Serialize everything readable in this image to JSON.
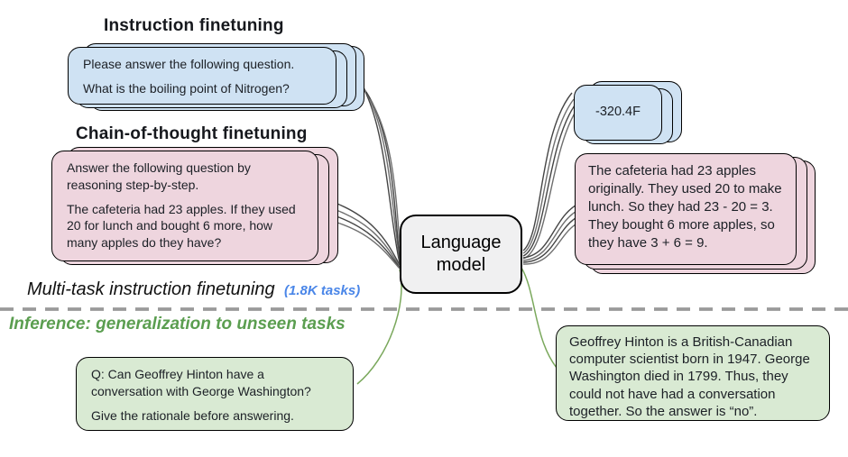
{
  "labels": {
    "instruction_finetuning": "Instruction finetuning",
    "cot_finetuning": "Chain-of-thought finetuning",
    "multitask": "Multi-task instruction finetuning",
    "task_count": "(1.8K tasks)",
    "inference": "Inference: generalization to unseen tasks"
  },
  "model": {
    "label": "Language model"
  },
  "cards": {
    "instruction_prompt": {
      "p1": "Please answer the following question.",
      "p2": "What is the boiling point of Nitrogen?"
    },
    "cot_prompt": {
      "p1": "Answer the following question by reasoning step-by-step.",
      "p2": "The cafeteria had 23 apples. If they used 20 for lunch and bought 6 more, how many apples do they have?"
    },
    "inference_prompt": {
      "p1": "Q: Can Geoffrey Hinton have a conversation with George Washington?",
      "p2": "Give the rationale before answering."
    },
    "direct_answer": {
      "p1": "-320.4F"
    },
    "cot_answer": {
      "p1": "The cafeteria had 23 apples originally. They used 20 to make lunch. So they had 23 - 20 = 3. They bought 6 more apples, so they have 3 + 6 = 9."
    },
    "inference_answer": {
      "p1": "Geoffrey Hinton is a British-Canadian computer scientist born in 1947. George Washington died in 1799. Thus, they could not have had a conversation together. So the answer is “no”."
    }
  },
  "colors": {
    "card_blue": "#cfe2f3",
    "card_pink": "#eed5de",
    "card_green": "#d9ead3",
    "model_gray": "#f0f0f1",
    "border_black": "#000000",
    "task_badge_blue": "#4a86e8",
    "inference_green": "#5b9e50",
    "divider_gray": "#9a9a9a",
    "connector_dark": "#454545",
    "connector_green": "#7aa85c"
  }
}
